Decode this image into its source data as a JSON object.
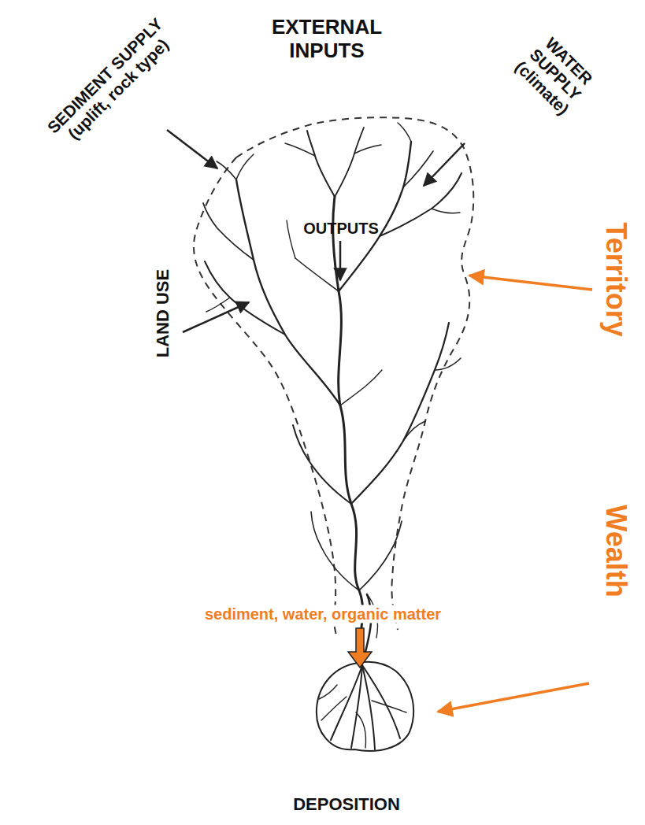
{
  "diagram": {
    "labels": [
      "EXTERNAL INPUTS",
      "SEDIMENT SUPPLY (uplift, rock type)",
      "WATER SUPPLY (climate)",
      "LAND USE",
      "OUTPUTS",
      "Territory",
      "sediment, water, organic matter",
      "Wealth",
      "DEPOSITION"
    ]
  }
}
